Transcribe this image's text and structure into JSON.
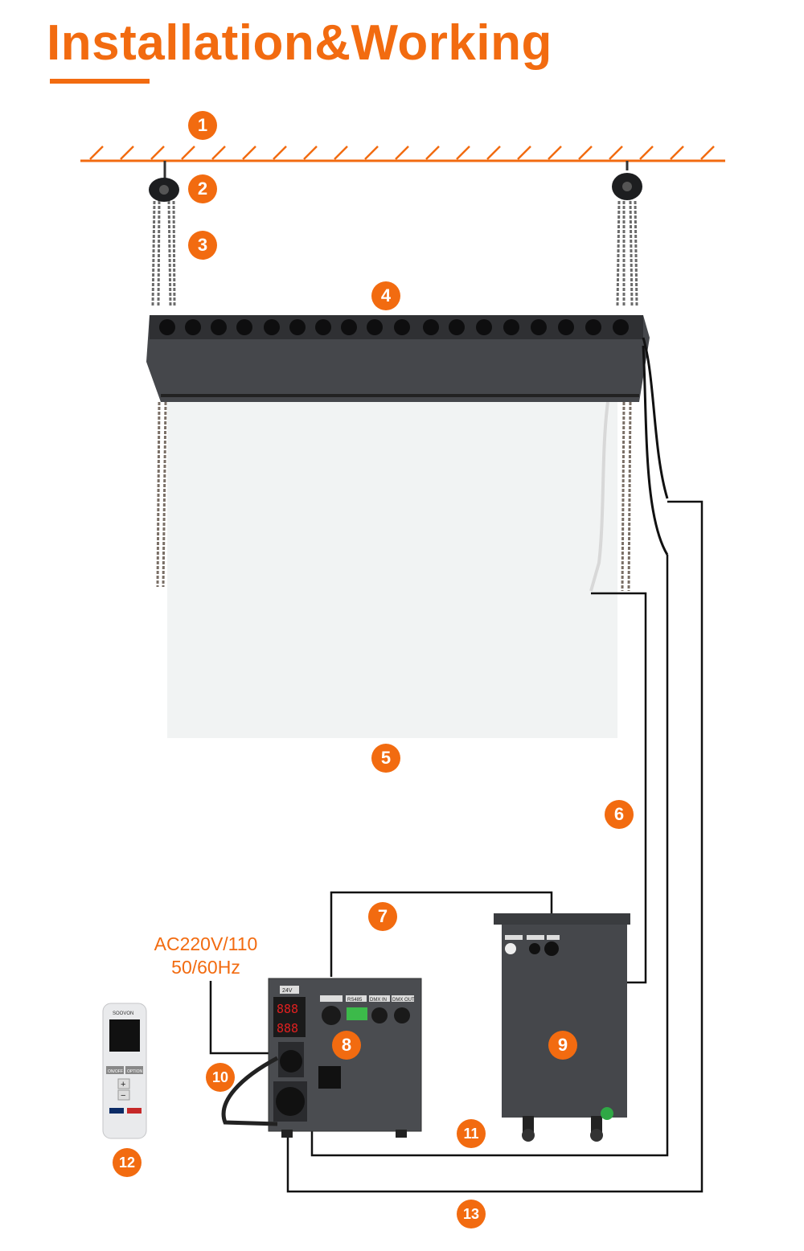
{
  "title": "Installation&Working",
  "power_label": {
    "line1": "AC220V/110",
    "line2": "50/60Hz"
  },
  "markers": [
    "1",
    "2",
    "3",
    "4",
    "5",
    "6",
    "7",
    "8",
    "9",
    "10",
    "11",
    "12",
    "13"
  ],
  "device_labels": {
    "display_top": "888",
    "display_bottom": "888",
    "port_power": "24V",
    "port_rs485": "RS485",
    "port_dmx_in": "DMX IN",
    "port_dmx_out": "DMX OUT",
    "remote_brand": "SOOVON",
    "remote_on_off": "ON/OFF",
    "remote_option": "OPTION",
    "remote_plus": "+",
    "remote_minus": "−"
  },
  "colors": {
    "accent": "#f26b10",
    "device": "#4a4c50",
    "device_dark": "#2c2e31",
    "chain": "#6b6b6b",
    "curtain": "#f1f3f3"
  },
  "icons": [
    "ceiling-hatch",
    "chain-hoist-icon",
    "remote-control-icon"
  ]
}
